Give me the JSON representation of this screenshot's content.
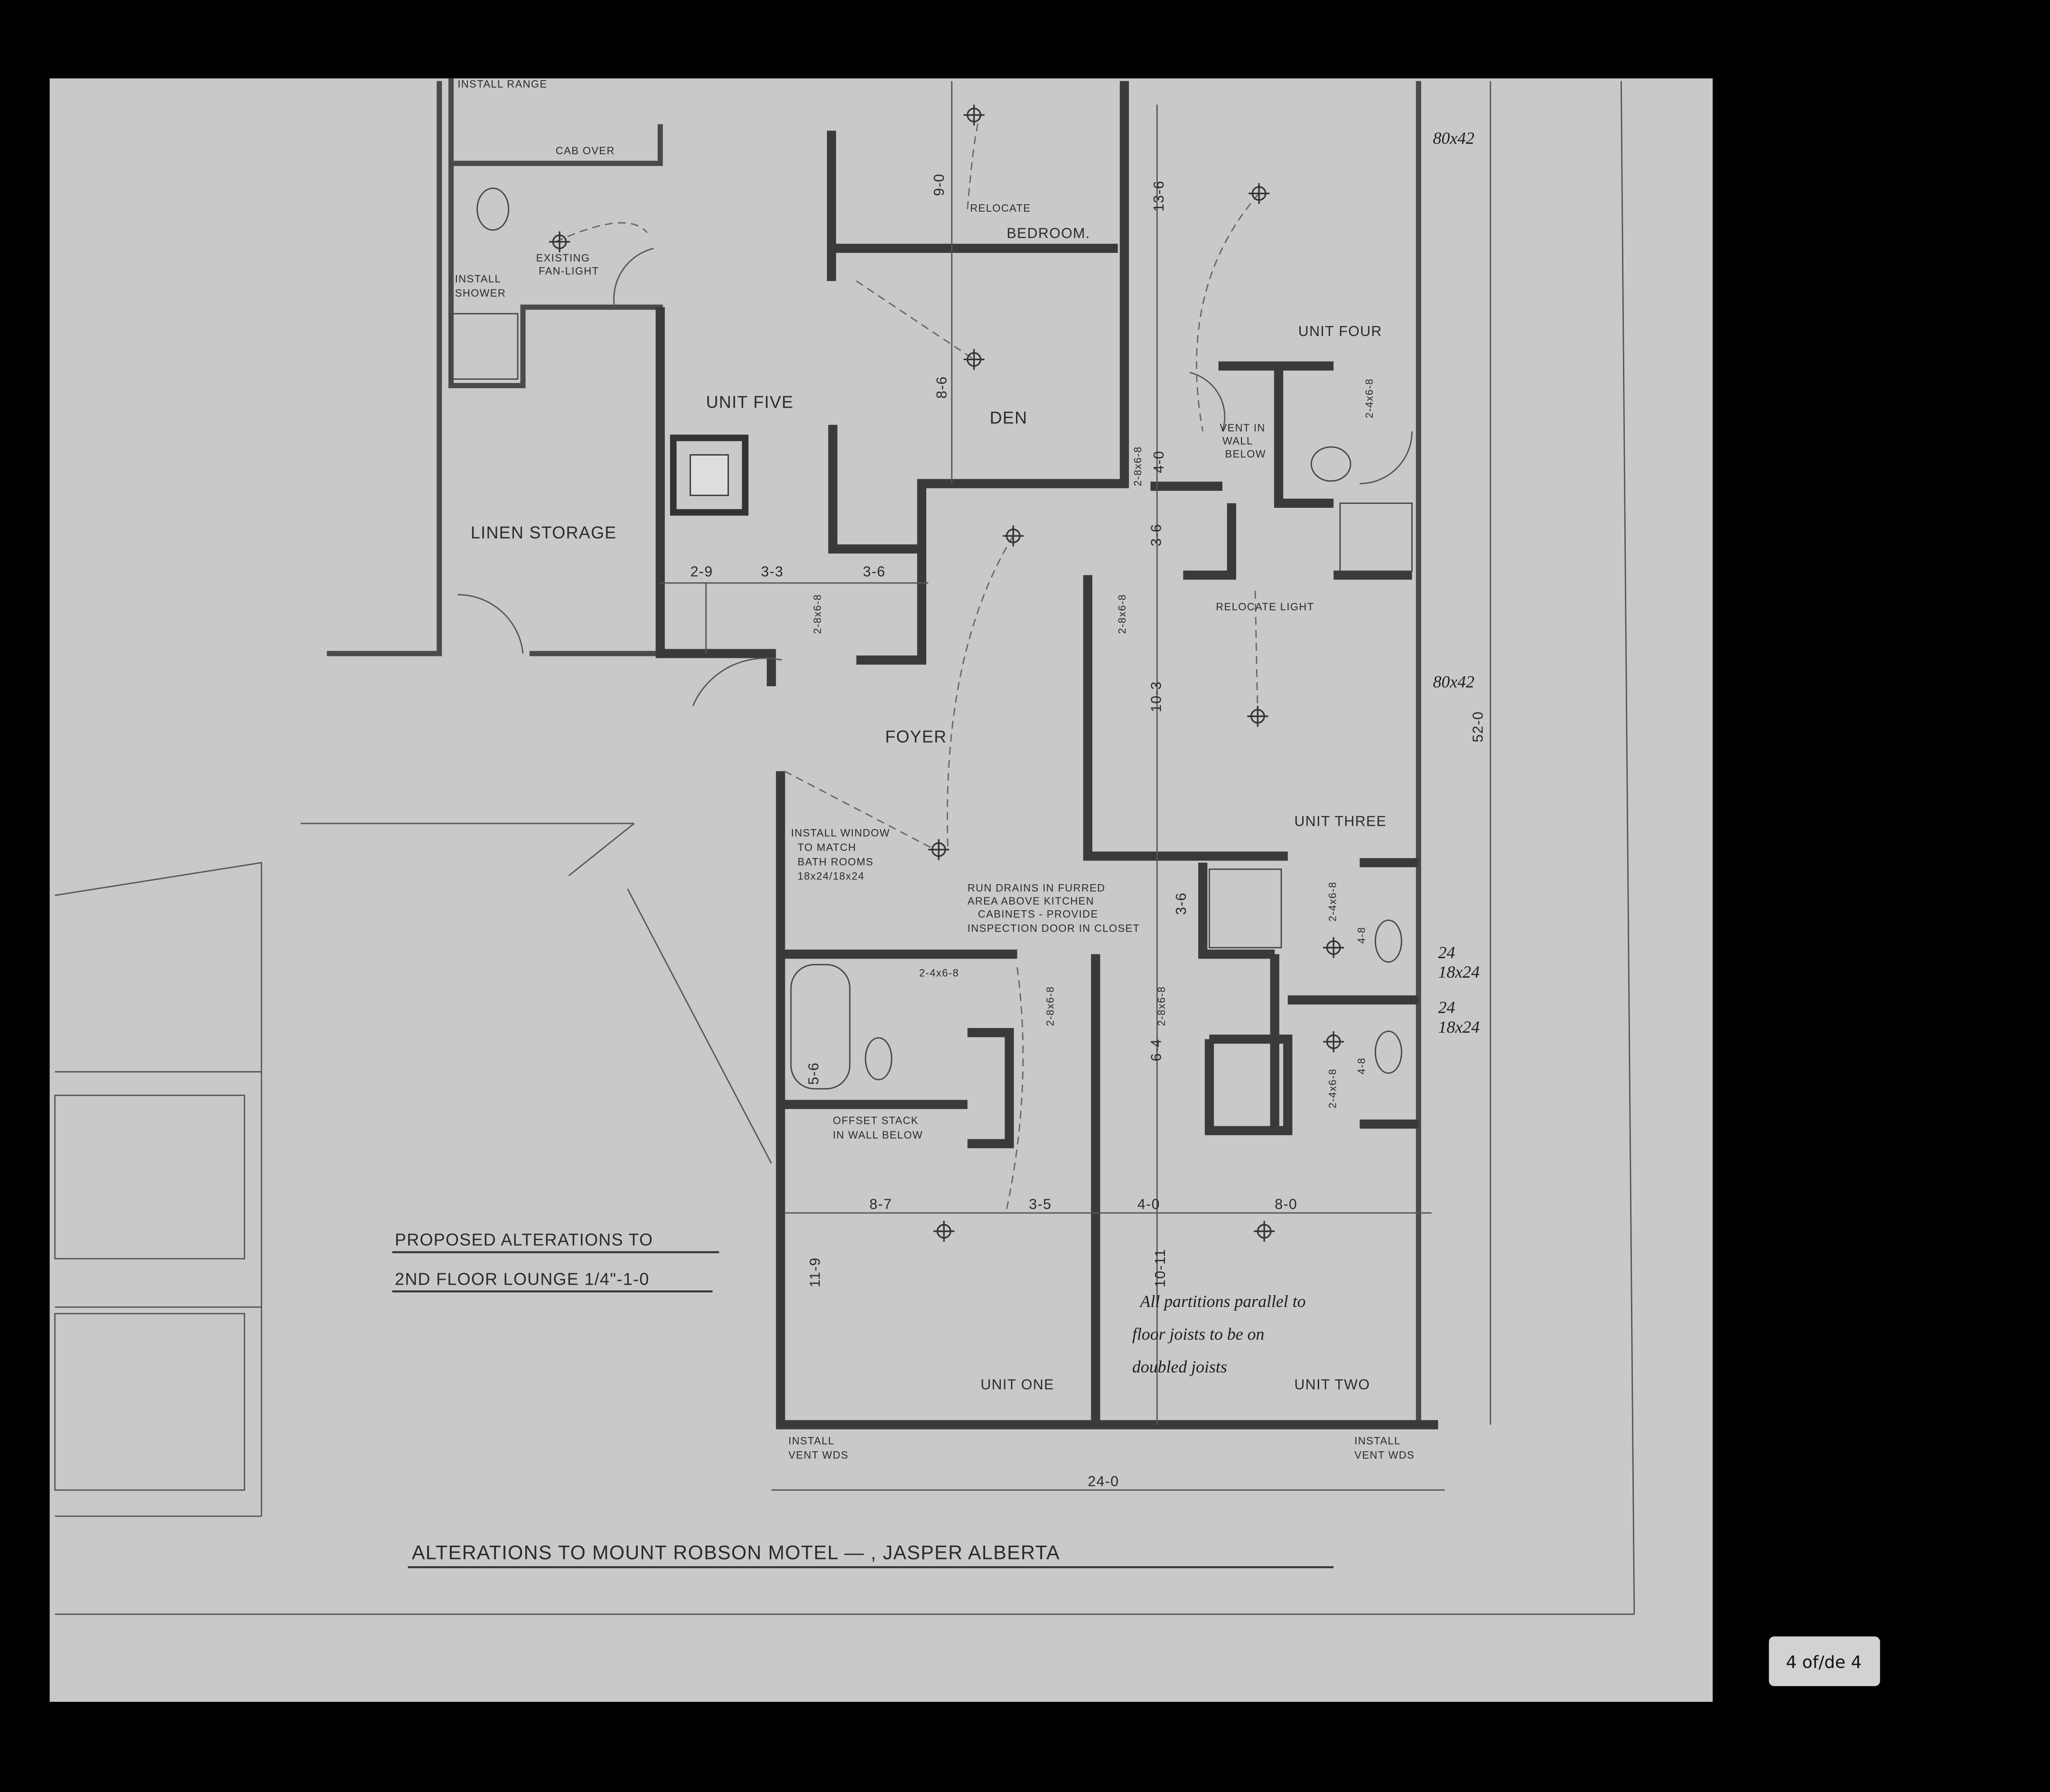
{
  "sheet_label": "4 of/de 4",
  "title": {
    "main": "ALTERATIONS TO MOUNT ROBSON MOTEL — , JASPER ALBERTA",
    "sub_line1": "PROPOSED ALTERATIONS TO",
    "sub_line2": "2ND FLOOR LOUNGE 1/4\"-1-0"
  },
  "rooms": {
    "unit_one": "UNIT ONE",
    "unit_two": "UNIT TWO",
    "unit_three": "UNIT THREE",
    "unit_four": "UNIT FOUR",
    "unit_five": "UNIT FIVE",
    "den": "DEN",
    "bedroom": "BEDROOM.",
    "foyer": "FOYER",
    "linen_storage": "LINEN STORAGE"
  },
  "notes": {
    "install_range": "INSTALL RANGE",
    "cab_over": "CAB OVER",
    "existing_fan_light_1": "EXISTING",
    "existing_fan_light_2": "FAN-LIGHT",
    "install_shower_1": "INSTALL",
    "install_shower_2": "SHOWER",
    "relocate": "RELOCATE",
    "relocate_light": "RELOCATE LIGHT",
    "vent_1": "VENT IN",
    "vent_2": "WALL",
    "vent_3": "BELOW",
    "window_1": "INSTALL WINDOW",
    "window_2": "TO MATCH",
    "window_3": "BATH ROOMS",
    "window_4": "18x24/18x24",
    "drains_1": "RUN DRAINS IN FURRED",
    "drains_2": "AREA ABOVE KITCHEN",
    "drains_3": "CABINETS - PROVIDE",
    "drains_4": "INSPECTION DOOR IN CLOSET",
    "offset_1": "OFFSET STACK",
    "offset_2": "IN WALL BELOW",
    "joists_1": "All partitions parallel to",
    "joists_2": "floor joists to be on",
    "joists_3": "doubled joists",
    "vent_wds_1": "INSTALL",
    "vent_wds_2": "VENT WDS",
    "win_24_a": "24",
    "win_24_a_size": "18x24",
    "win_24_b": "24",
    "win_24_b_size": "18x24",
    "win_80_a": "80x42",
    "win_80_b": "80x42"
  },
  "dimensions": {
    "d_9_0": "9-0",
    "d_13_6": "13-6",
    "d_8_6": "8-6",
    "d_2_9": "2-9",
    "d_3_3": "3-3",
    "d_3_6_a": "3-6",
    "d_3_6_b": "3-6",
    "d_3_6_c": "3-6",
    "d_4_0_v": "4-0",
    "d_10_3": "10-3",
    "d_52_0": "52-0",
    "d_6_4": "6-4",
    "d_5_6": "5-6",
    "d_4_8_a": "4-8",
    "d_4_8_b": "4-8",
    "d_8_7": "8-7",
    "d_3_5": "3-5",
    "d_4_0": "4-0",
    "d_8_0": "8-0",
    "d_11_9": "11-9",
    "d_10_11": "10-11",
    "d_24_0": "24-0",
    "door_28_a": "2-8x6-8",
    "door_28_b": "2-8x6-8",
    "door_28_c": "2-8x6-8",
    "door_28_d": "2-8x6-8",
    "door_28_e": "2-8x6-8",
    "door_24_a": "2-4x6-8",
    "door_24_b": "2-4x6-8",
    "door_24_c": "2-4x6-8",
    "door_24_d": "2-4x6-8"
  }
}
